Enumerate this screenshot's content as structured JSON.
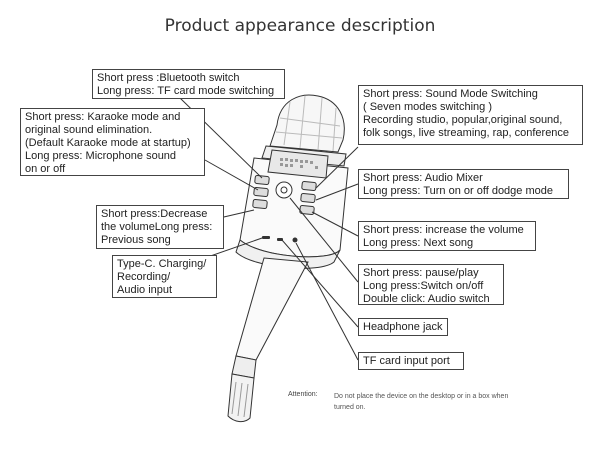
{
  "title": "Product appearance description",
  "callouts": {
    "bluetooth": "Short press :Bluetooth switch\nLong press: TF card mode switching",
    "karaoke": "Short press: Karaoke mode and\noriginal sound elimination.\n(Default Karaoke mode at startup)\nLong press: Microphone sound\non or off",
    "sound_mode": "Short press: Sound Mode Switching\n( Seven modes switching )\nRecording studio, popular,original sound,\nfolk songs, live streaming, rap, conference",
    "mixer": "Short press: Audio Mixer\nLong press: Turn on or off dodge mode",
    "decrease": "Short press:Decrease\nthe volumeLong press:\nPrevious song",
    "increase": "Short press: increase the volume\nLong press: Next song",
    "typec": "Type-C. Charging/\nRecording/\nAudio input",
    "play": "Short press: pause/play\nLong press:Switch on/off\nDouble click: Audio switch",
    "headphone": "Headphone jack",
    "tf_card": "TF card input port"
  },
  "attention": {
    "label": "Attention:",
    "text": "Do not place the device on the desktop or in a box when turned on."
  }
}
